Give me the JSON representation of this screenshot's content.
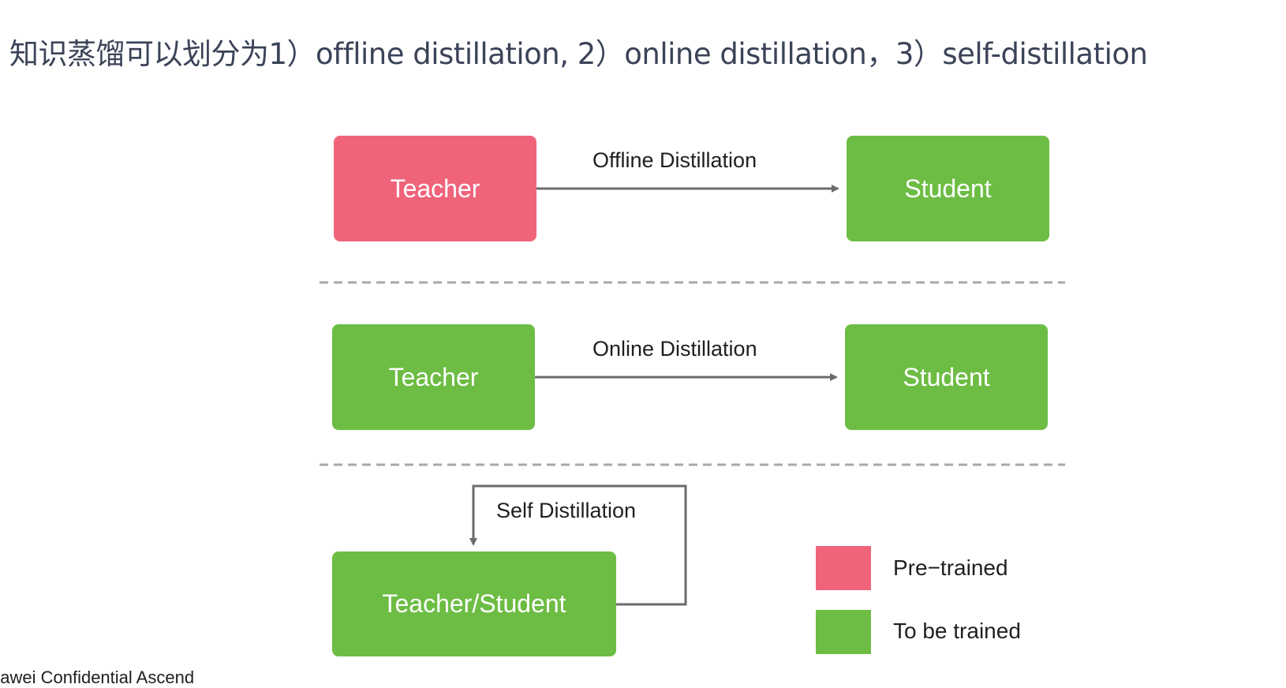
{
  "title": "知识蒸馏可以划分为1）offline distillation, 2）online distillation，3）self-distillation",
  "colors": {
    "pretrained": "#f0647b",
    "to_be_trained": "#6dbd44",
    "arrow": "#6b6b6b",
    "divider": "#a8a8a8",
    "title_text": "#3b4358"
  },
  "diagram": {
    "offline": {
      "teacher_label": "Teacher",
      "student_label": "Student",
      "edge_label": "Offline Distillation"
    },
    "online": {
      "teacher_label": "Teacher",
      "student_label": "Student",
      "edge_label": "Online Distillation"
    },
    "self": {
      "node_label": "Teacher/Student",
      "edge_label": "Self Distillation"
    }
  },
  "legend": {
    "items": [
      {
        "label": "Pre−trained",
        "color": "#f0647b"
      },
      {
        "label": "To be trained",
        "color": "#6dbd44"
      }
    ]
  },
  "footer": {
    "text": "uawei Confidential  Ascend"
  }
}
